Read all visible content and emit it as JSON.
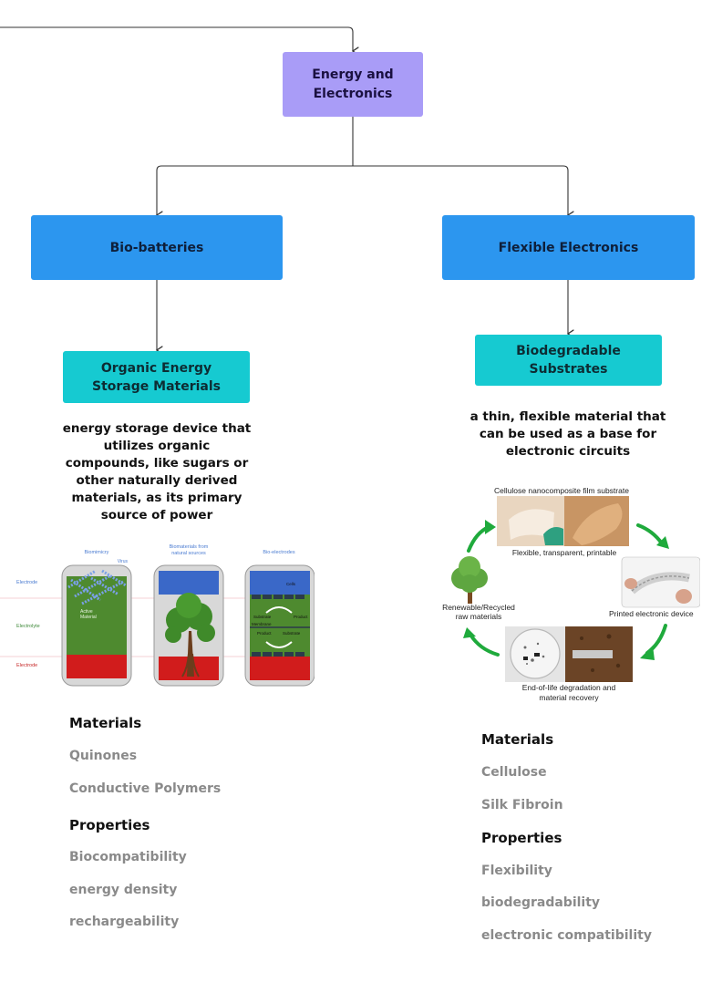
{
  "nodes": {
    "root": "Energy and Electronics",
    "bio_batteries": "Bio-batteries",
    "flexible": "Flexible Electronics",
    "organic": "Organic Energy Storage Materials",
    "substrates": "Biodegradable Substrates"
  },
  "descriptions": {
    "organic": "energy storage device that utilizes organic compounds, like sugars or other naturally derived materials, as its primary source of power",
    "substrates": "a thin, flexible material that can be used as a base for electronic circuits"
  },
  "battery_figure": {
    "col1": "Biomimicry",
    "col2": "Biomaterials from natural sources",
    "col3": "Bio-electrodes",
    "row_top": "Electrode",
    "row_mid": "Electrolyte",
    "row_bot": "Electrode",
    "virus": "Virus",
    "active": "Active Material",
    "cells": "Cells",
    "substrate1": "Substrate",
    "product1": "Product",
    "membrane": "Membrane",
    "product2": "Product",
    "substrate2": "Substrate"
  },
  "cycle_figure": {
    "top": "Cellulose nanocomposite film substrate",
    "top_sub": "Flexible, transparent, printable",
    "right": "Printed electronic device",
    "left": "Renewable/Recycled raw materials",
    "bottom": "End-of-life degradation and material recovery"
  },
  "left_list": {
    "materials_h": "Materials",
    "materials": [
      "Quinones",
      "Conductive Polymers"
    ],
    "properties_h": "Properties",
    "properties": [
      "Biocompatibility",
      "energy density",
      "rechargeability"
    ]
  },
  "right_list": {
    "materials_h": "Materials",
    "materials": [
      "Cellulose",
      "Silk Fibroin"
    ],
    "properties_h": "Properties",
    "properties": [
      "Flexibility",
      "biodegradability",
      "electronic compatibility"
    ]
  },
  "colors": {
    "purple": "#a99cf7",
    "blue": "#2c96ef",
    "cyan": "#16cad1",
    "green_arrow": "#1faa3c"
  }
}
